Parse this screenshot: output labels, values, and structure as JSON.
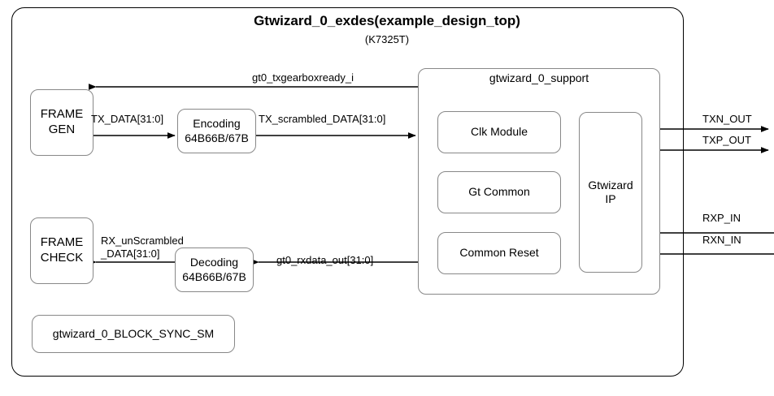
{
  "diagram": {
    "title": "Gtwizard_0_exdes(example_design_top)",
    "subtitle": "(K7325T)",
    "colors": {
      "stroke_strong": "#000000",
      "stroke_light": "#888888",
      "background": "#ffffff"
    }
  },
  "blocks": {
    "frame_gen": "FRAME\nGEN",
    "encoding": "Encoding\n64B66B/67B",
    "frame_check": "FRAME\nCHECK",
    "decoding": "Decoding\n64B66B/67B",
    "block_sync_sm": "gtwizard_0_BLOCK_SYNC_SM",
    "support_title": "gtwizard_0_support",
    "clk_module": "Clk Module",
    "gt_common": "Gt Common",
    "common_reset": "Common Reset",
    "gtwizard_ip": "Gtwizard\nIP"
  },
  "signals": {
    "txgearboxready": "gt0_txgearboxready_i",
    "tx_data": "TX_DATA[31:0]",
    "tx_scrambled": "TX_scrambled_DATA[31:0]",
    "rx_unscrambled": "RX_unScrambled\n_DATA[31:0]",
    "rxdata_out": "gt0_rxdata_out[31:0]",
    "txn_out": "TXN_OUT",
    "txp_out": "TXP_OUT",
    "rxp_in": "RXP_IN",
    "rxn_in": "RXN_IN"
  }
}
